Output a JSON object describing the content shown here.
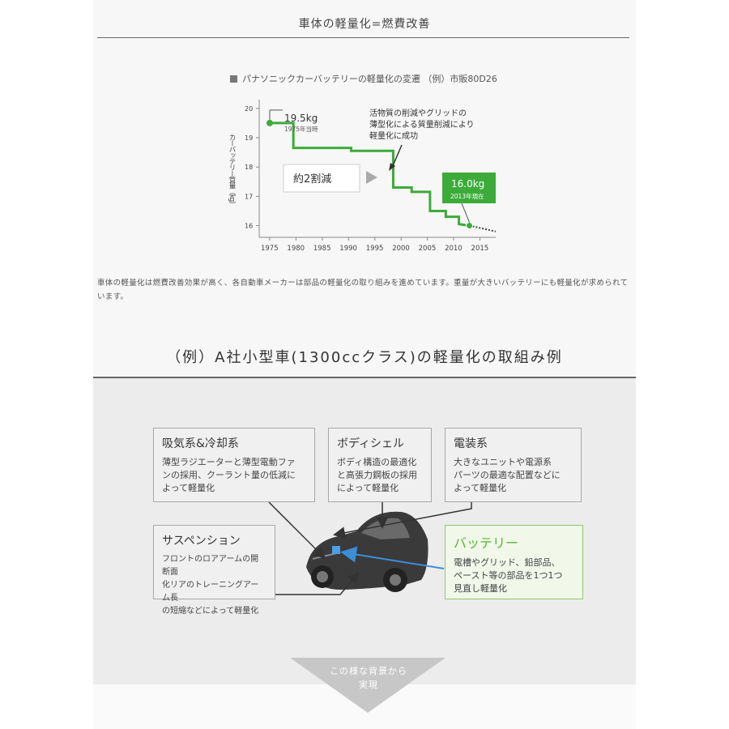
{
  "section1": {
    "title": "車体の軽量化=燃費改善"
  },
  "chart": {
    "title": "パナソニックカーバッテリーの軽量化の変遷 （例）市販80D26",
    "start_label": "19.5kg",
    "start_sub": "1975年当時",
    "end_label": "16.0kg",
    "end_sub": "2013年現在",
    "reduction_label": "約2割減",
    "annotation_lines": [
      "活物質の削減やグリッドの",
      "薄型化による質量削減により",
      "軽量化に成功"
    ],
    "colors": {
      "line": "#3cab3a",
      "label_bg": "#3cab3a",
      "axis": "#888888"
    }
  },
  "chart_data": {
    "type": "line",
    "title": "パナソニックカーバッテリーの軽量化の変遷 （例）市販80D26",
    "xlabel": "",
    "ylabel": "カーバッテリー質量（kg）",
    "x_ticks": [
      "1975",
      "1980",
      "1985",
      "1990",
      "1995",
      "2000",
      "2005",
      "2010",
      "2015"
    ],
    "y_ticks": [
      "16",
      "17",
      "18",
      "19",
      "20"
    ],
    "xlim": [
      1973,
      2018
    ],
    "ylim": [
      15.6,
      20.3
    ],
    "series": [
      {
        "x": [
          1975,
          1979.5,
          1979.5,
          1990.5,
          1990.5,
          1998.5,
          1998.5,
          2002,
          2002,
          2005.5,
          2005.5,
          2008.5,
          2008.5,
          2011,
          2011,
          2013
        ],
        "y": [
          19.5,
          19.5,
          18.65,
          18.65,
          18.55,
          18.55,
          17.3,
          17.3,
          17.15,
          17.15,
          16.5,
          16.5,
          16.3,
          16.3,
          16.05,
          16.0
        ]
      }
    ],
    "projection": {
      "x": [
        2013,
        2018
      ],
      "y": [
        16.0,
        15.8
      ],
      "style": "dotted"
    },
    "grid": false
  },
  "description": "車体の軽量化は燃費改善効果が高く、各自動車メーカーは部品の軽量化の取り組みを進めています。重量が大きいバッテリーにも軽量化が求められています。",
  "section2": {
    "title": "（例）A社小型車(1300ccクラス)の軽量化の取組み例"
  },
  "boxes": {
    "intake": {
      "title": "吸気系&冷却系",
      "lines": [
        "薄型ラジエーターと薄型電動ファ",
        "ンの採用、クーラント量の低減に",
        "よって軽量化"
      ]
    },
    "body": {
      "title": "ボディシェル",
      "lines": [
        "ボディ構造の最適化",
        "と高張力鋼板の採用",
        "によって軽量化"
      ]
    },
    "electric": {
      "title": "電装系",
      "lines": [
        "大きなユニットや電源系",
        "パーツの最適な配置などに",
        "よって軽量化"
      ]
    },
    "suspension": {
      "title": "サスペンション",
      "lines": [
        "フロントのロアアームの開断面",
        "化リアのトレーニングアーム長",
        "の短縮などによって軽量化"
      ]
    },
    "battery": {
      "title": "バッテリー",
      "lines": [
        "電槽やグリッド、鉛部品、",
        "ペースト等の部品を1つ1つ",
        "見直し軽量化"
      ]
    }
  },
  "banner": {
    "lines": [
      "この様な背景から",
      "実現"
    ]
  }
}
